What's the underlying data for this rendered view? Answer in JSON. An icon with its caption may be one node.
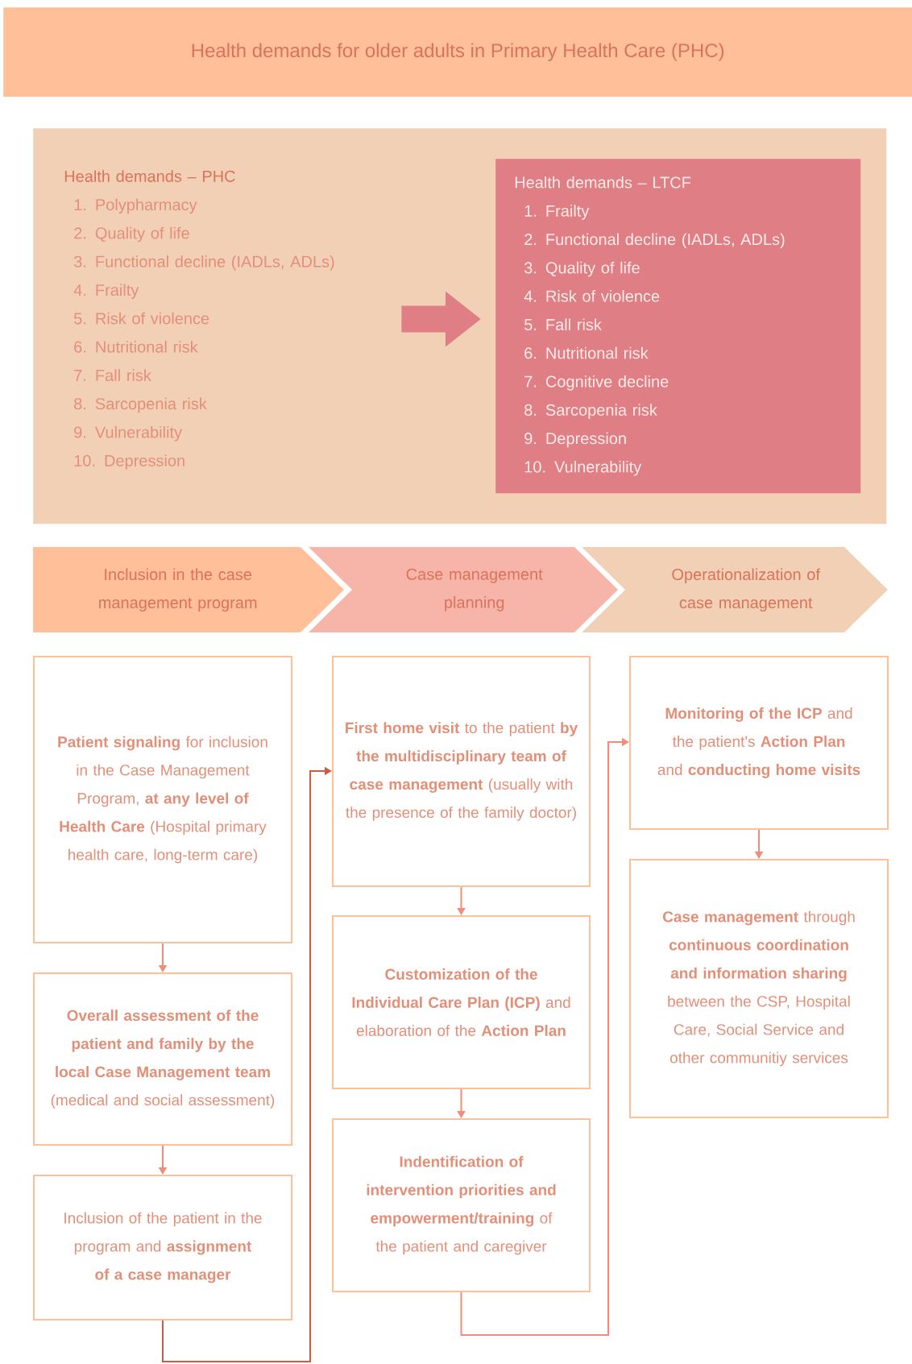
{
  "diagram": {
    "title": "Health demands for older adults in Primary Health Care (PHC)",
    "nodes": [
      {
        "text": [],
        "shape": "box"
      },
      {
        "text": [
          "Health demands – PHC",
          "1. Polypharmacy",
          "2. Quality of life",
          "3. Functional decline (IADLs, ADLs)",
          "4. Frailty",
          "5. Risk of violence",
          "6. Nutritional risk",
          "7. Fall risk",
          "8. Sarcopenia risk",
          "9. Vulnerability",
          "10. Depression"
        ],
        "in": 0
      },
      {
        "text": [
          "Health demands – LTCF",
          "1. Frailty",
          "2. Functional decline (IADLs, ADLs)",
          "3. Quality of life",
          "4. Risk of violence",
          "5. Fall risk",
          "6. Nutritional risk",
          "7. Cognitive decline",
          "8. Sarcopenia risk",
          "9. Depression",
          "10. Vulnerability"
        ],
        "in": 0
      },
      {
        "text": [
          "Inclusion in the case management program"
        ]
      },
      {
        "text": [
          "Case management planning"
        ]
      },
      {
        "text": [
          "Operationalization of case management"
        ]
      },
      {
        "text": [
          "**Patient signaling** for inclusion in the Case Management Program, **at any level of Health Care** (Hospital primary health care, long-term care)"
        ]
      },
      {
        "text": [
          "**Overall assessment of the patient and family by the local Case Management team** (medical and social assessment)"
        ]
      },
      {
        "text": [
          "Inclusion of the patient in the program and **assignment of a case manager**"
        ]
      },
      {
        "text": [
          "**First home visit** to the patient **by the multidisciplinary team of case management** (usually with the presence of the family doctor)"
        ]
      },
      {
        "text": [
          "**Customization of the Individual Care Plan (ICP)** and elaboration of the **Action Plan**"
        ]
      },
      {
        "text": [
          "**Indentification of intervention priorities and empowerment/training** of the patient and caregiver"
        ]
      },
      {
        "text": [
          "**Monitoring of the ICP** and the patient's **Action Plan** and **conducting home visits**"
        ]
      },
      {
        "text": [
          "**Case management** through **continuous coordination and information sharing** between the CSP, Hospital Care, Social Service and other communitiy services"
        ]
      }
    ],
    "edges": [
      {
        "from": 1,
        "to": 2,
        "arrow": "to",
        "style": "thick",
        "color": "#df7e84"
      },
      {
        "from": 6,
        "to": 7,
        "arrow": "to"
      },
      {
        "from": 7,
        "to": 8,
        "arrow": "to"
      },
      {
        "from": 8,
        "to": 9,
        "arrow": "to",
        "color": "#cc5a45"
      },
      {
        "from": 9,
        "to": 10,
        "arrow": "to"
      },
      {
        "from": 10,
        "to": 11,
        "arrow": "to"
      },
      {
        "from": 11,
        "to": 12,
        "arrow": "to"
      },
      {
        "from": 12,
        "to": 13,
        "arrow": "to"
      }
    ]
  }
}
